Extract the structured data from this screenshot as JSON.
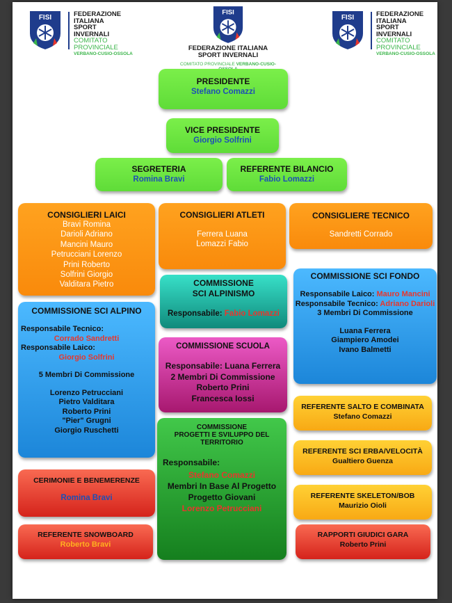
{
  "logo": {
    "lines": [
      "FEDERAZIONE",
      "ITALIANA",
      "SPORT",
      "INVERNALI"
    ],
    "comitato": [
      "COMITATO",
      "PROVINCIALE"
    ],
    "area": "VERBANO-CUSIO-OSSOLA",
    "center": {
      "line1": "FEDERAZIONE ITALIANA",
      "line2": "SPORT INVERNALI",
      "comitato": "COMITATO PROVINCIALE",
      "area": "VERBANO-CUSIO-OSSOLA"
    },
    "shield_text": "FISI"
  },
  "presidente": {
    "title": "PRESIDENTE",
    "name": "Stefano Comazzi"
  },
  "vice": {
    "title": "VICE PRESIDENTE",
    "name": "Giorgio Solfrini"
  },
  "segreteria": {
    "title": "SEGRETERIA",
    "name": "Romina Bravi"
  },
  "bilancio": {
    "title": "REFERENTE BILANCIO",
    "name": "Fabio Lomazzi"
  },
  "laici": {
    "title": "CONSIGLIERI LAICI",
    "members": [
      "Bravi Romina",
      "Darioli Adriano",
      "Mancini Mauro",
      "Petrucciani Lorenzo",
      "Prini Roberto",
      "Solfrini Giorgio",
      "Valditara Pietro"
    ]
  },
  "atleti": {
    "title": "CONSIGLIERI ATLETI",
    "members": [
      "Ferrera Luana",
      "Lomazzi Fabio"
    ]
  },
  "tecnico": {
    "title": "CONSIGLIERE TECNICO",
    "members": [
      "Sandretti Corrado"
    ]
  },
  "alpinismo": {
    "title1": "COMMISSIONE",
    "title2": "SCI ALPINISMO",
    "resp_label": "Responsabile:",
    "resp_name": "Fabio Lomazzi"
  },
  "fondo": {
    "title": "COMMISSIONE SCI FONDO",
    "laico_label": "Responsabile Laico:",
    "laico_name": "Mauro Mancini",
    "tecnico_label": "Responsabile Tecnico:",
    "tecnico_name": "Adriano Darioli",
    "membri": "3 Membri Di Commissione",
    "members": [
      "Luana Ferrera",
      "Giampiero Amodei",
      "Ivano Balmetti"
    ]
  },
  "alpino": {
    "title": "COMMISSIONE SCI ALPINO",
    "tecnico_label": "Responsabile Tecnico:",
    "tecnico_name": "Corrado Sandretti",
    "laico_label": "Responsabile Laico:",
    "laico_name": "Giorgio Solfrini",
    "membri": "5 Membri Di Commissione",
    "members": [
      "Lorenzo Petrucciani",
      "Pietro Valditara",
      "Roberto Prini",
      "\"Pier\" Grugni",
      "Giorgio Ruschetti"
    ]
  },
  "scuola": {
    "title": "COMMISSIONE SCUOLA",
    "lines": [
      "Responsabile: Luana Ferrera",
      "2 Membri Di Commissione",
      "Roberto Prini",
      "Francesca Iossi"
    ]
  },
  "progetti": {
    "title": [
      "COMMISSIONE",
      "PROGETTI E SVILUPPO DEL",
      "TERRITORIO"
    ],
    "resp_label": "Responsabile:",
    "resp_name": "Stefano Comazzi",
    "lines": [
      "Membri In Base Al Progetto",
      "Progetto Giovani"
    ],
    "extra": "Lorenzo Petrucciani"
  },
  "cerimonie": {
    "title": "CERIMONIE E BENEMERENZE",
    "name": "Romina Bravi"
  },
  "snowboard": {
    "title": "REFERENTE SNOWBOARD",
    "name": "Roberto Bravi"
  },
  "salto": {
    "title": "REFERENTE SALTO E COMBINATA",
    "name": "Stefano Comazzi"
  },
  "erba": {
    "title": "REFERENTE SCI ERBA/VELOCITÀ",
    "name": "Gualtiero Guenza"
  },
  "skeleton": {
    "title": "REFERENTE SKELETON/BOB",
    "name": "Maurizio Oioli"
  },
  "giudici": {
    "title": "RAPPORTI GIUDICI GARA",
    "name": "Roberto Prini"
  },
  "colors": {
    "green": "#66e23f",
    "orange": "#fb951a",
    "teal": "#1fb4a2",
    "blue": "#2f9ff0",
    "magenta": "#c93596",
    "dark_green": "#27a133",
    "red": "#e94130",
    "yellow": "#fcbd22",
    "name_blue": "#1d4fb5",
    "accent_red": "#e8362c"
  }
}
